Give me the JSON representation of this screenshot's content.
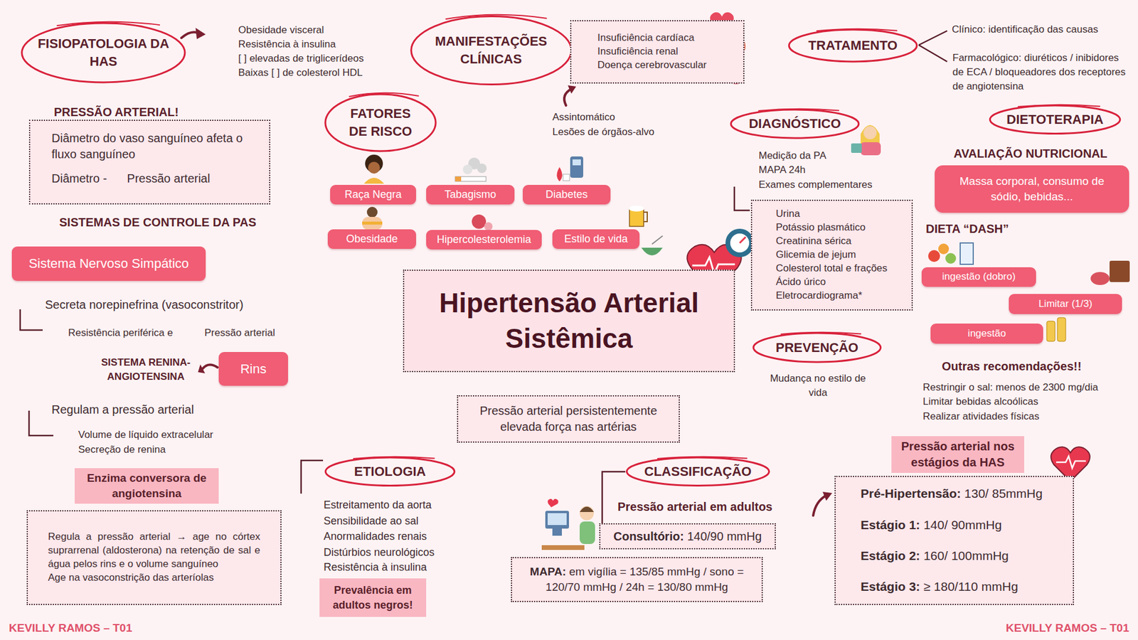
{
  "diagram": {
    "nodes": [
      {
        "text": [
          "FISIOPATOLOGIA DA HAS"
        ]
      },
      {
        "text": [
          "PRESSÃO ARTERIAL!",
          "Diâmetro do vaso sanguíneo afeta o fluxo sanguíneo",
          "Diâmetro -",
          "Pressão arterial"
        ]
      },
      {
        "text": [
          "Sistema Nervoso Simpático"
        ]
      },
      {
        "text": [
          "Rins"
        ]
      },
      {
        "text": [
          "Enzima conversora de angiotensina"
        ]
      },
      {
        "text": [
          "Regula a pressão arterial → age no córtex suprarrenal (aldosterona) na retenção de sal e água pelos rins e o volume sanguíneo",
          "Age na vasoconstrição das arteríolas"
        ]
      },
      {
        "text": [
          "FATORES DE RISCO"
        ]
      },
      {
        "text": [
          "Raça Negra"
        ]
      },
      {
        "text": [
          "Tabagismo"
        ]
      },
      {
        "text": [
          "Diabetes"
        ]
      },
      {
        "text": [
          "Obesidade"
        ]
      },
      {
        "text": [
          "Hipercolesterolemia"
        ]
      },
      {
        "text": [
          "Estilo de vida"
        ]
      },
      {
        "text": [
          "MANIFESTAÇÕES CLÍNICAS"
        ]
      },
      {
        "text": [
          "Insuficiência cardíaca",
          "Insuficiência renal",
          "Doença cerebrovascular"
        ]
      },
      {
        "text": [
          "TRATAMENTO"
        ]
      },
      {
        "text": [
          "DIAGNÓSTICO"
        ]
      },
      {
        "text": [
          "Urina",
          "Potássio plasmático",
          "Creatinina sérica",
          "Glicemia de jejum",
          "Colesterol total e frações",
          "Ácido úrico",
          "Eletrocardiograma*"
        ]
      },
      {
        "text": [
          "DIETOTERAPIA"
        ]
      },
      {
        "text": [
          "Massa corporal, consumo de sódio, bebidas..."
        ]
      },
      {
        "text": [
          "ingestão (dobro)"
        ]
      },
      {
        "text": [
          "Limitar (1/3)"
        ]
      },
      {
        "text": [
          "ingestão"
        ]
      },
      {
        "text": [
          "Hipertensão Arterial Sistêmica"
        ]
      },
      {
        "text": [
          "PREVENÇÃO"
        ]
      },
      {
        "text": [
          "Pressão arterial persistentemente elevada força nas artérias"
        ]
      },
      {
        "text": [
          "ETIOLOGIA"
        ]
      },
      {
        "text": [
          "Prevalência em adultos negros!"
        ]
      },
      {
        "text": [
          "CLASSIFICAÇÃO"
        ]
      },
      {
        "text": [
          "Consultório: 140/90 mmHg"
        ]
      },
      {
        "text": [
          "MAPA: em vigília = 135/85 mmHg / sono = 120/70 mmHg / 24h = 130/80 mmHg"
        ]
      },
      {
        "text": [
          "Pressão arterial nos estágios da HAS"
        ]
      },
      {
        "text": [
          "Pré-Hipertensão: 130/ 85mmHg",
          "Estágio 1: 140/ 90mmHg",
          "Estágio 2: 160/ 100mmHg",
          "Estágio 3: ≥ 180/110 mmHg"
        ]
      }
    ],
    "edges": [
      {
        "from": 28,
        "to": 29,
        "arrow": "none"
      }
    ],
    "labels": [
      "Obesidade visceral",
      "Resistência à insulina",
      "[ ] elevadas de triglicerídeos",
      "Baixas [ ] de colesterol HDL",
      "SISTEMAS DE CONTROLE DA PAS",
      "Secreta norepinefrina (vasoconstritor)",
      "Resistência periférica e",
      "Pressão arterial",
      "SISTEMA RENINA-ANGIOTENSINA",
      "Regulam a pressão arterial",
      "Volume de líquido extracelular",
      "Secreção de renina",
      "Assintomático",
      "Lesões de órgãos-alvo",
      "Clínico: identificação das causas",
      "Farmacológico: diuréticos / inibidores de ECA / bloqueadores dos receptores de angiotensina",
      "Medição da PA",
      "MAPA 24h",
      "Exames complementares",
      "AVALIAÇÃO NUTRICIONAL",
      "DIETA “DASH”",
      "Outras recomendações!!",
      "Restringir o sal: menos de 2300 mg/dia",
      "Limitar bebidas alcoólicas",
      "Realizar atividades físicas",
      "Mudança no estilo de vida",
      "Estreitamento da aorta",
      "Sensibilidade ao sal",
      "Anormalidades renais",
      "Distúrbios neurológicos",
      "Resistência à insulina",
      "Pressão arterial em adultos",
      "KEVILLY RAMOS – T01",
      "KEVILLY RAMOS – T01"
    ]
  }
}
